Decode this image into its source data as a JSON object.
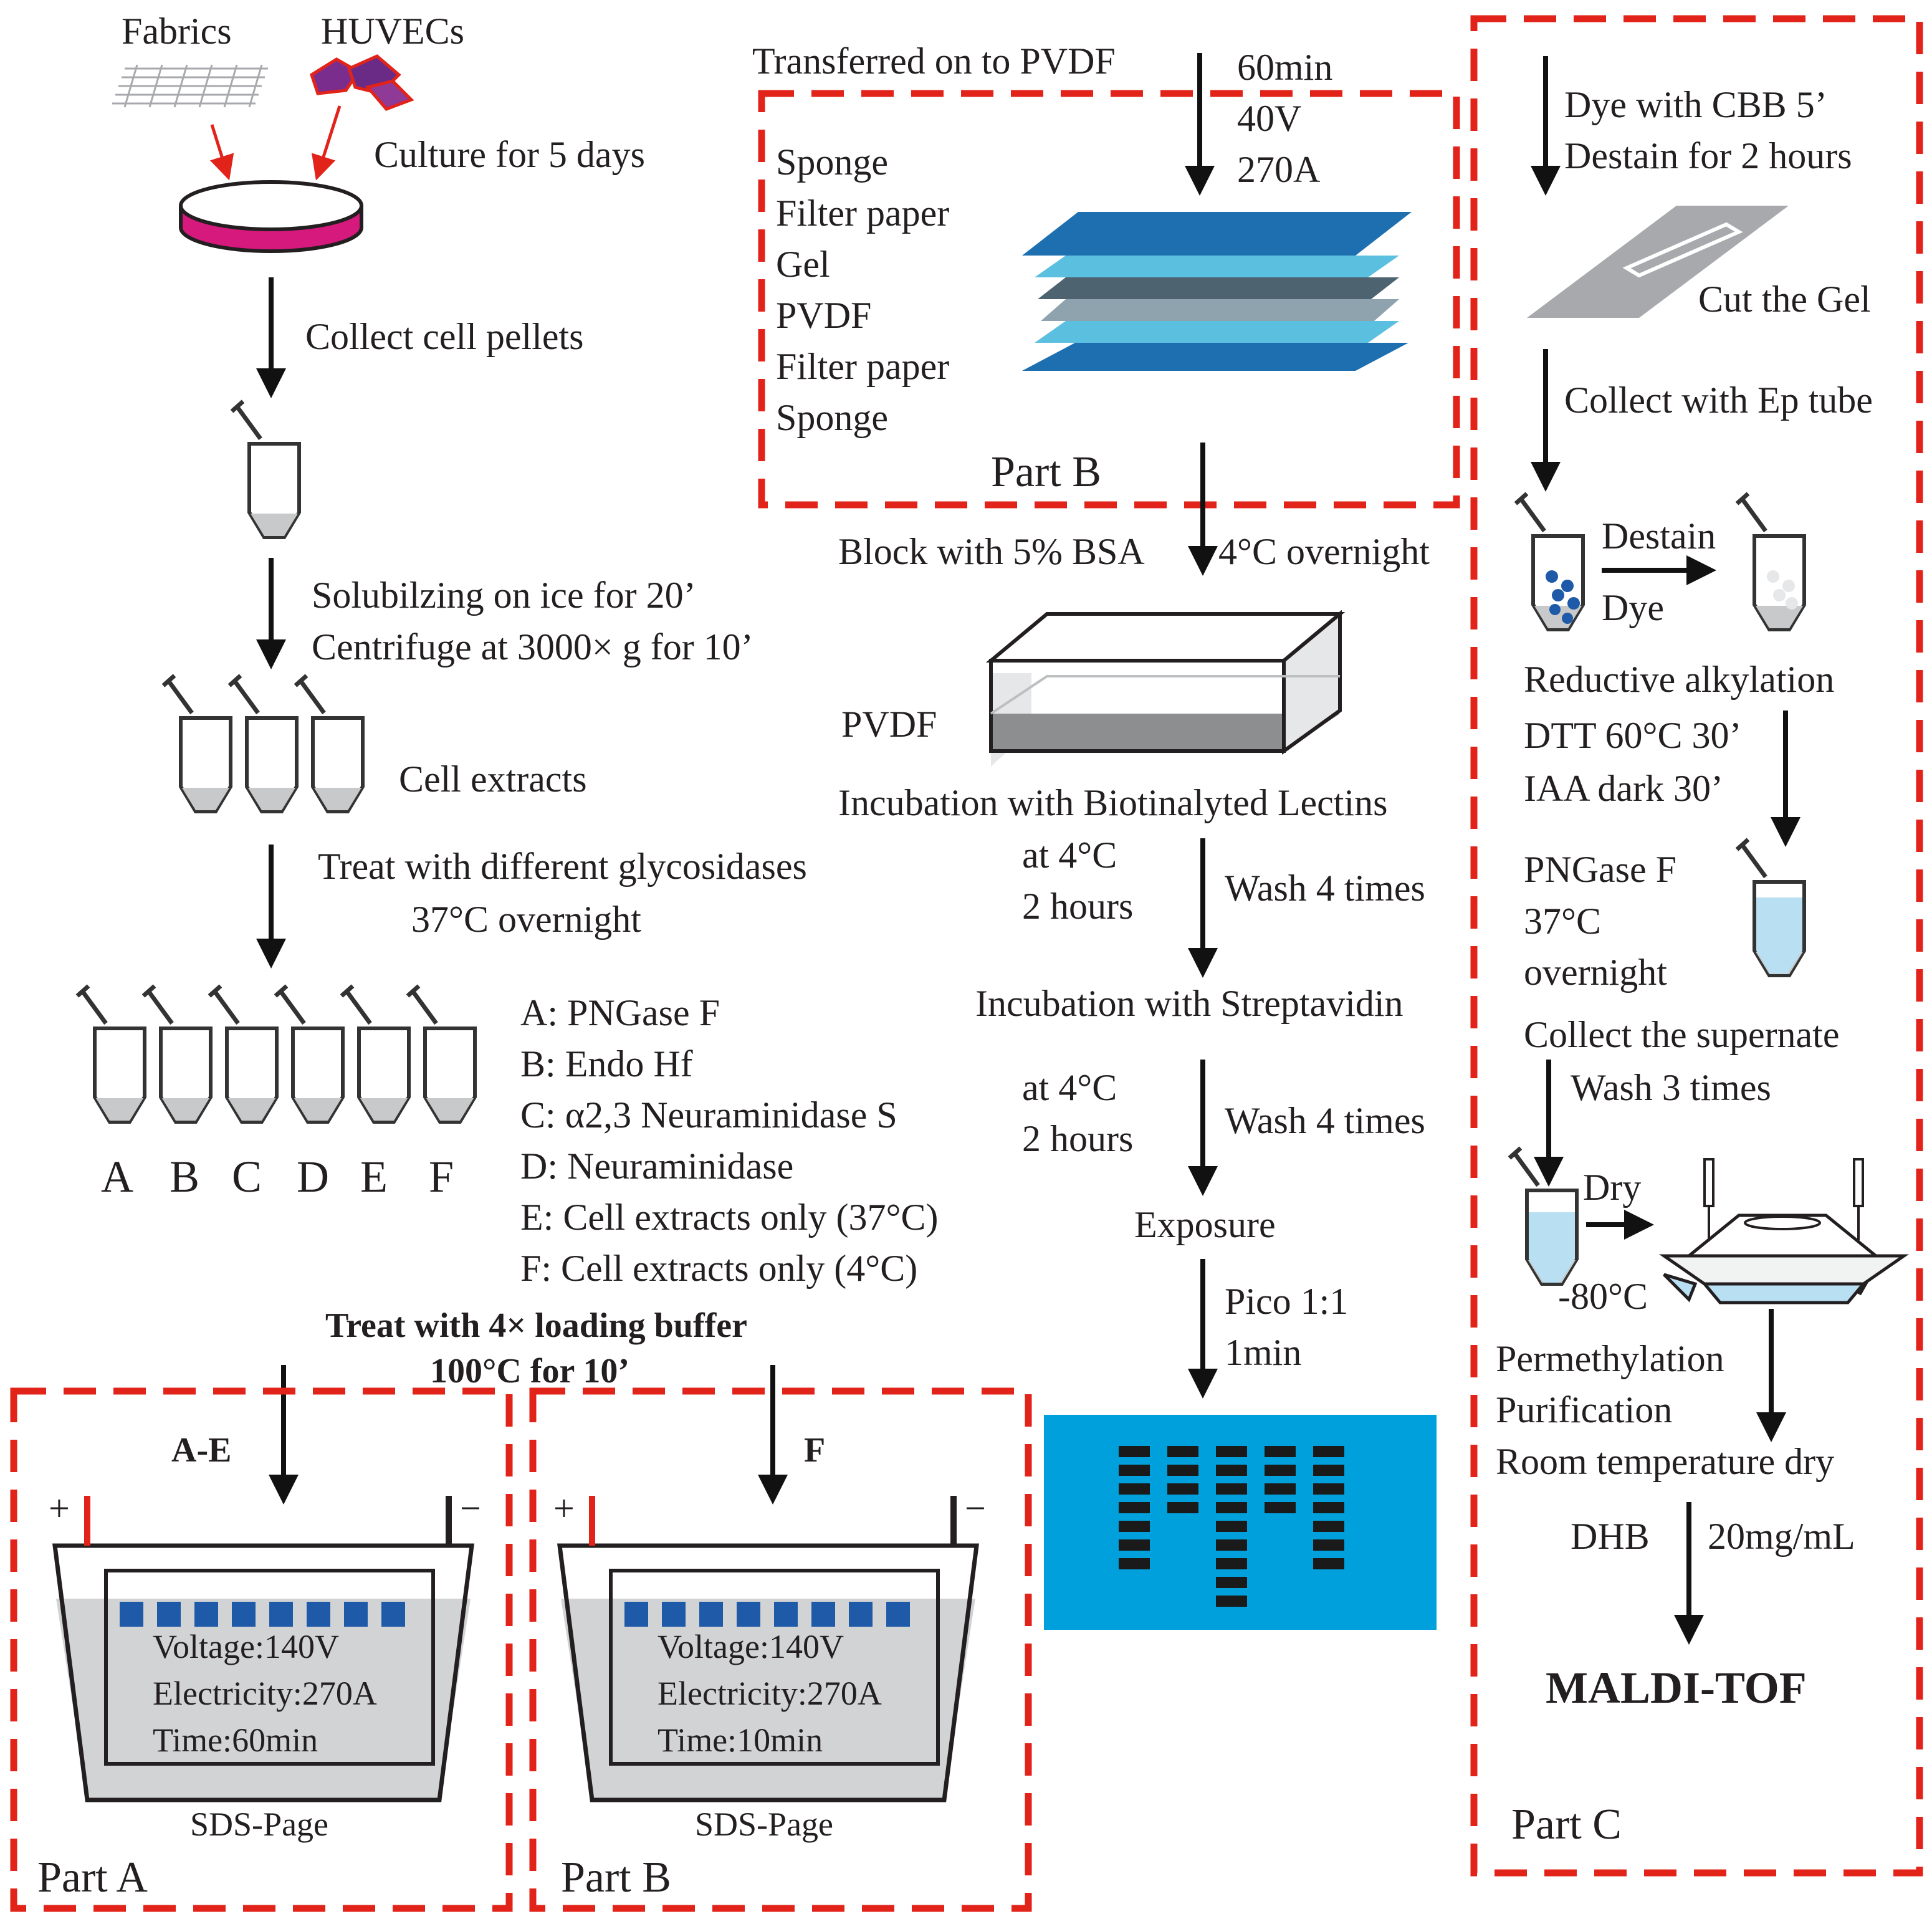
{
  "part_a": {
    "fabrics": "Fabrics",
    "huvecs": "HUVECs",
    "culture": "Culture for 5 days",
    "collect_pellets": "Collect cell pellets",
    "solubilize": "Solubilzing on ice for 20’",
    "centrifuge": "Centrifuge at 3000× g for 10’",
    "cell_extracts": "Cell extracts",
    "treat_glyco": "Treat with different glycosidases",
    "treat_temp": "37°C overnight",
    "tube_letters": [
      "A",
      "B",
      "C",
      "D",
      "E",
      "F"
    ],
    "legend": [
      "A: PNGase F",
      "B: Endo Hf",
      "C: α2,3 Neuraminidase S",
      "D: Neuraminidase",
      "E: Cell extracts only (37°C)",
      "F: Cell extracts only (4°C)"
    ],
    "loading_1": "Treat with 4× loading buffer",
    "loading_2": "100°C for 10’",
    "gel_left_label": "A-E",
    "gel_right_label": "F",
    "plus": "+",
    "minus": "−",
    "gel_left": {
      "voltage": "Voltage:140V",
      "electricity": "Electricity:270A",
      "time": "Time:60min"
    },
    "gel_right": {
      "voltage": "Voltage:140V",
      "electricity": "Electricity:270A",
      "time": "Time:10min"
    },
    "sds_page": "SDS-Page",
    "part_a_label": "Part A",
    "part_b_label": "Part B"
  },
  "part_b": {
    "transferred": "Transferred on to PVDF",
    "transfer_params": [
      "60min",
      "40V",
      "270A"
    ],
    "stack_layers": [
      "Sponge",
      "Filter paper",
      "Gel",
      "PVDF",
      "Filter paper",
      "Sponge"
    ],
    "part_label": "Part B",
    "block": "Block with 5% BSA",
    "block_cond": "4°C overnight",
    "pvdf": "PVDF",
    "incubation_lectins": "Incubation with Biotinalyted Lectins",
    "lectin_temp": "at 4°C",
    "lectin_time": "2 hours",
    "wash4_a": "Wash 4 times",
    "incubation_strep": "Incubation with Streptavidin",
    "strep_temp": "at 4°C",
    "strep_time": "2 hours",
    "wash4_b": "Wash 4 times",
    "exposure": "Exposure",
    "pico": "Pico 1:1",
    "pico_time": "1min"
  },
  "part_c": {
    "dye": "Dye with CBB 5’",
    "destain": "Destain for 2 hours",
    "cut_gel": "Cut the Gel",
    "collect_ep": "Collect with Ep tube",
    "destain_label": "Destain",
    "dye_label": "Dye",
    "reductive": "Reductive alkylation",
    "dtt": "DTT 60°C 30’",
    "iaa": "IAA dark 30’",
    "pngase": "PNGase F",
    "temp": "37°C",
    "overnight": "overnight",
    "collect_super": "Collect the supernate",
    "wash3": "Wash 3 times",
    "dry": "Dry",
    "minus80": "-80°C",
    "permethylation": "Permethylation",
    "purification": "Purification",
    "room_dry": "Room temperature dry",
    "dhb": "DHB",
    "dhb_conc": "20mg/mL",
    "maldi": "MALDI-TOF",
    "part_label": "Part C"
  },
  "colors": {
    "dash_red": "#e2231a",
    "dish_magenta": "#d6197c",
    "stack_dark_blue": "#1e6fb0",
    "stack_light_blue": "#5bbfe0",
    "stack_gray": "#4d6470",
    "film_blue": "#00a0dc",
    "buffer_gray": "#d1d3d4",
    "well_blue": "#1f5aa8"
  }
}
